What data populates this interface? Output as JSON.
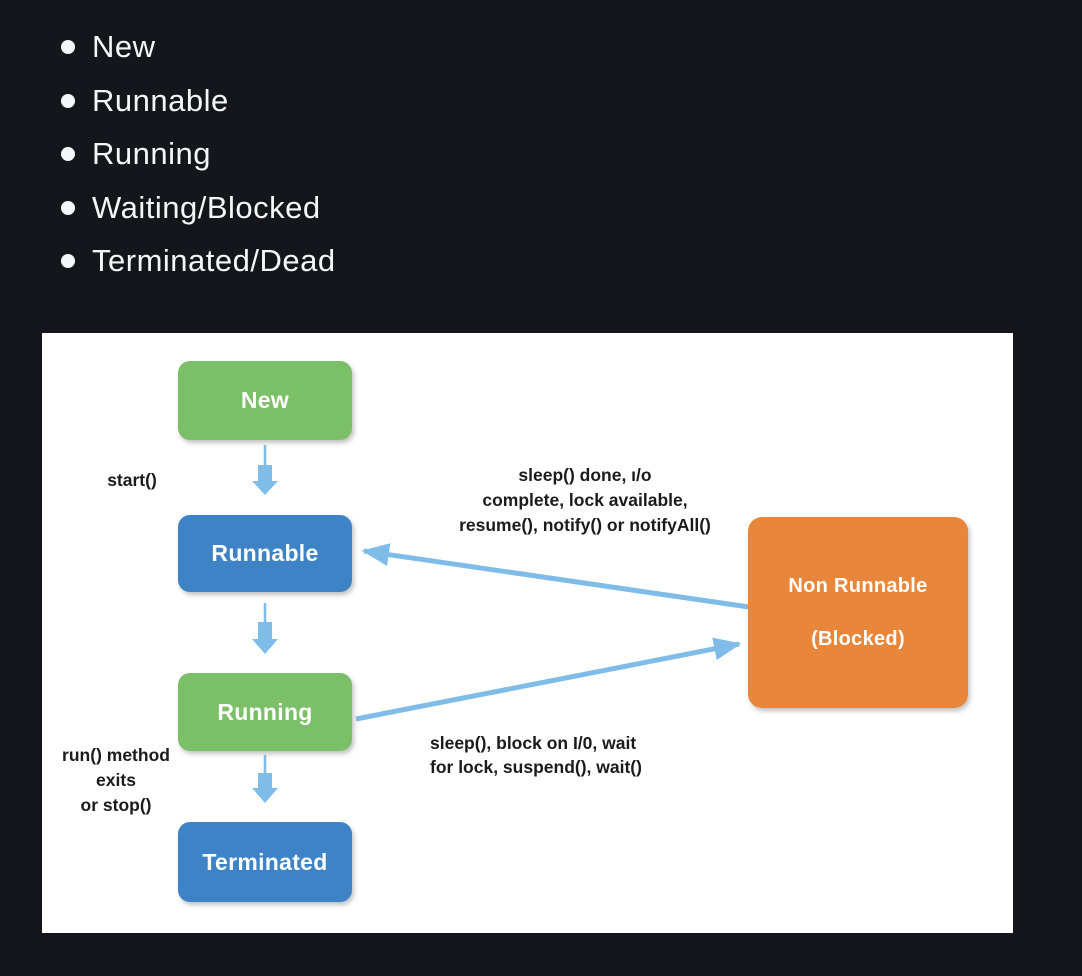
{
  "page": {
    "background": "#14161b",
    "text_color": "#f5f6f7"
  },
  "bullet_list": {
    "items": [
      "New",
      "Runnable",
      "Running",
      "Waiting/Blocked",
      "Terminated/Dead"
    ]
  },
  "diagram": {
    "background": "#ffffff",
    "colors": {
      "green": "#7cbf69",
      "blue": "#3d83c6",
      "orange": "#e8873b",
      "arrow": "#7fbce8",
      "label_text": "#1b1b1b",
      "node_text": "#ffffff"
    },
    "nodes": {
      "new": {
        "label": "New"
      },
      "runnable": {
        "label": "Runnable"
      },
      "running": {
        "label": "Running"
      },
      "terminated": {
        "label": "Terminated"
      },
      "non_runnable": {
        "label_line1": "Non Runnable",
        "label_line2": "(Blocked)"
      }
    },
    "edge_labels": {
      "start": "start()",
      "to_runnable": {
        "line1": "sleep() done, ı/o",
        "line2": "complete, lock available,",
        "line3": "resume(), notify() or notifyAll()"
      },
      "to_non_runnable": {
        "line1": "sleep(), block on I/0, wait",
        "line2": "for lock, suspend(), wait()"
      },
      "terminate": {
        "line1": "run() method",
        "line2": "exits",
        "line3": "or stop()"
      }
    }
  }
}
